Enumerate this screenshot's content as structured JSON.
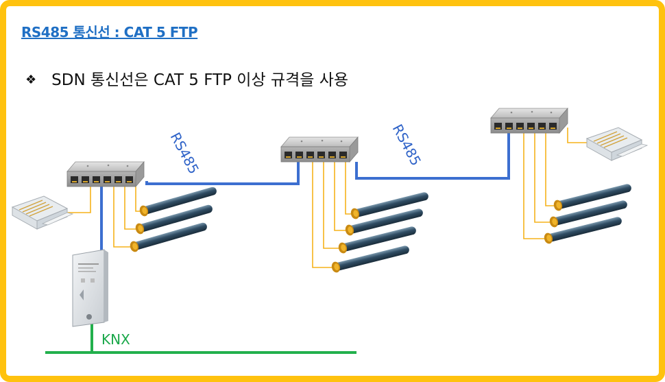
{
  "slide": {
    "title": "RS485 통신선 : CAT 5 FTP",
    "bullet_symbol": "❖",
    "bullet_text": "SDN 통신선은 CAT 5 FTP 이상 규격을 사용"
  },
  "diagram": {
    "bus_label_1": "RS485",
    "bus_label_2": "RS485",
    "knx_label": "KNX",
    "colors": {
      "frame": "#ffc20e",
      "title": "#1f6fc4",
      "rs485_wire": "#3c6fd0",
      "motor_wire": "#f5b21a",
      "knx_wire": "#22b04c"
    },
    "hubs": [
      {
        "id": "hub-left",
        "motor_count": 3
      },
      {
        "id": "hub-center",
        "motor_count": 4
      },
      {
        "id": "hub-right",
        "motor_count": 3
      }
    ],
    "icons": [
      "rj45-connector-icon",
      "rj45-connector-icon",
      "knx-interface-module-icon",
      "tubular-motor-icon"
    ]
  }
}
